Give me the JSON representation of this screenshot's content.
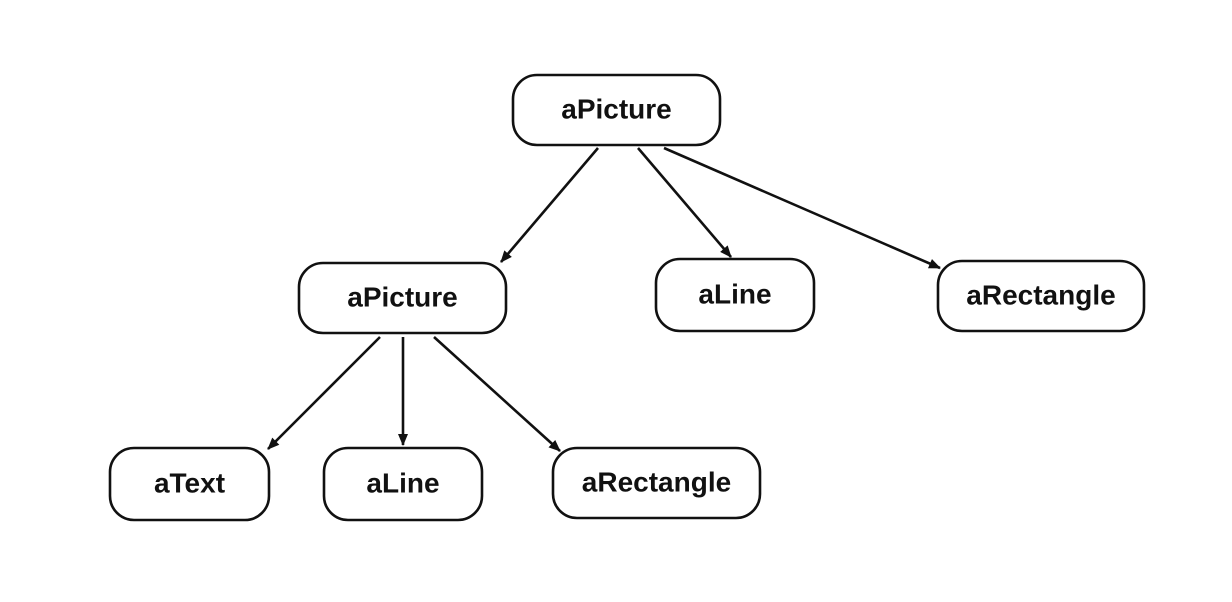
{
  "diagram": {
    "nodes": [
      {
        "id": "root",
        "label": "aPicture"
      },
      {
        "id": "sub",
        "label": "aPicture"
      },
      {
        "id": "line1",
        "label": "aLine"
      },
      {
        "id": "rect1",
        "label": "aRectangle"
      },
      {
        "id": "text2",
        "label": "aText"
      },
      {
        "id": "line2",
        "label": "aLine"
      },
      {
        "id": "rect2",
        "label": "aRectangle"
      }
    ],
    "edges": [
      {
        "from": "root",
        "to": "sub"
      },
      {
        "from": "root",
        "to": "line1"
      },
      {
        "from": "root",
        "to": "rect1"
      },
      {
        "from": "sub",
        "to": "text2"
      },
      {
        "from": "sub",
        "to": "line2"
      },
      {
        "from": "sub",
        "to": "rect2"
      }
    ],
    "colors": {
      "stroke": "#111111",
      "background": "#ffffff"
    }
  }
}
